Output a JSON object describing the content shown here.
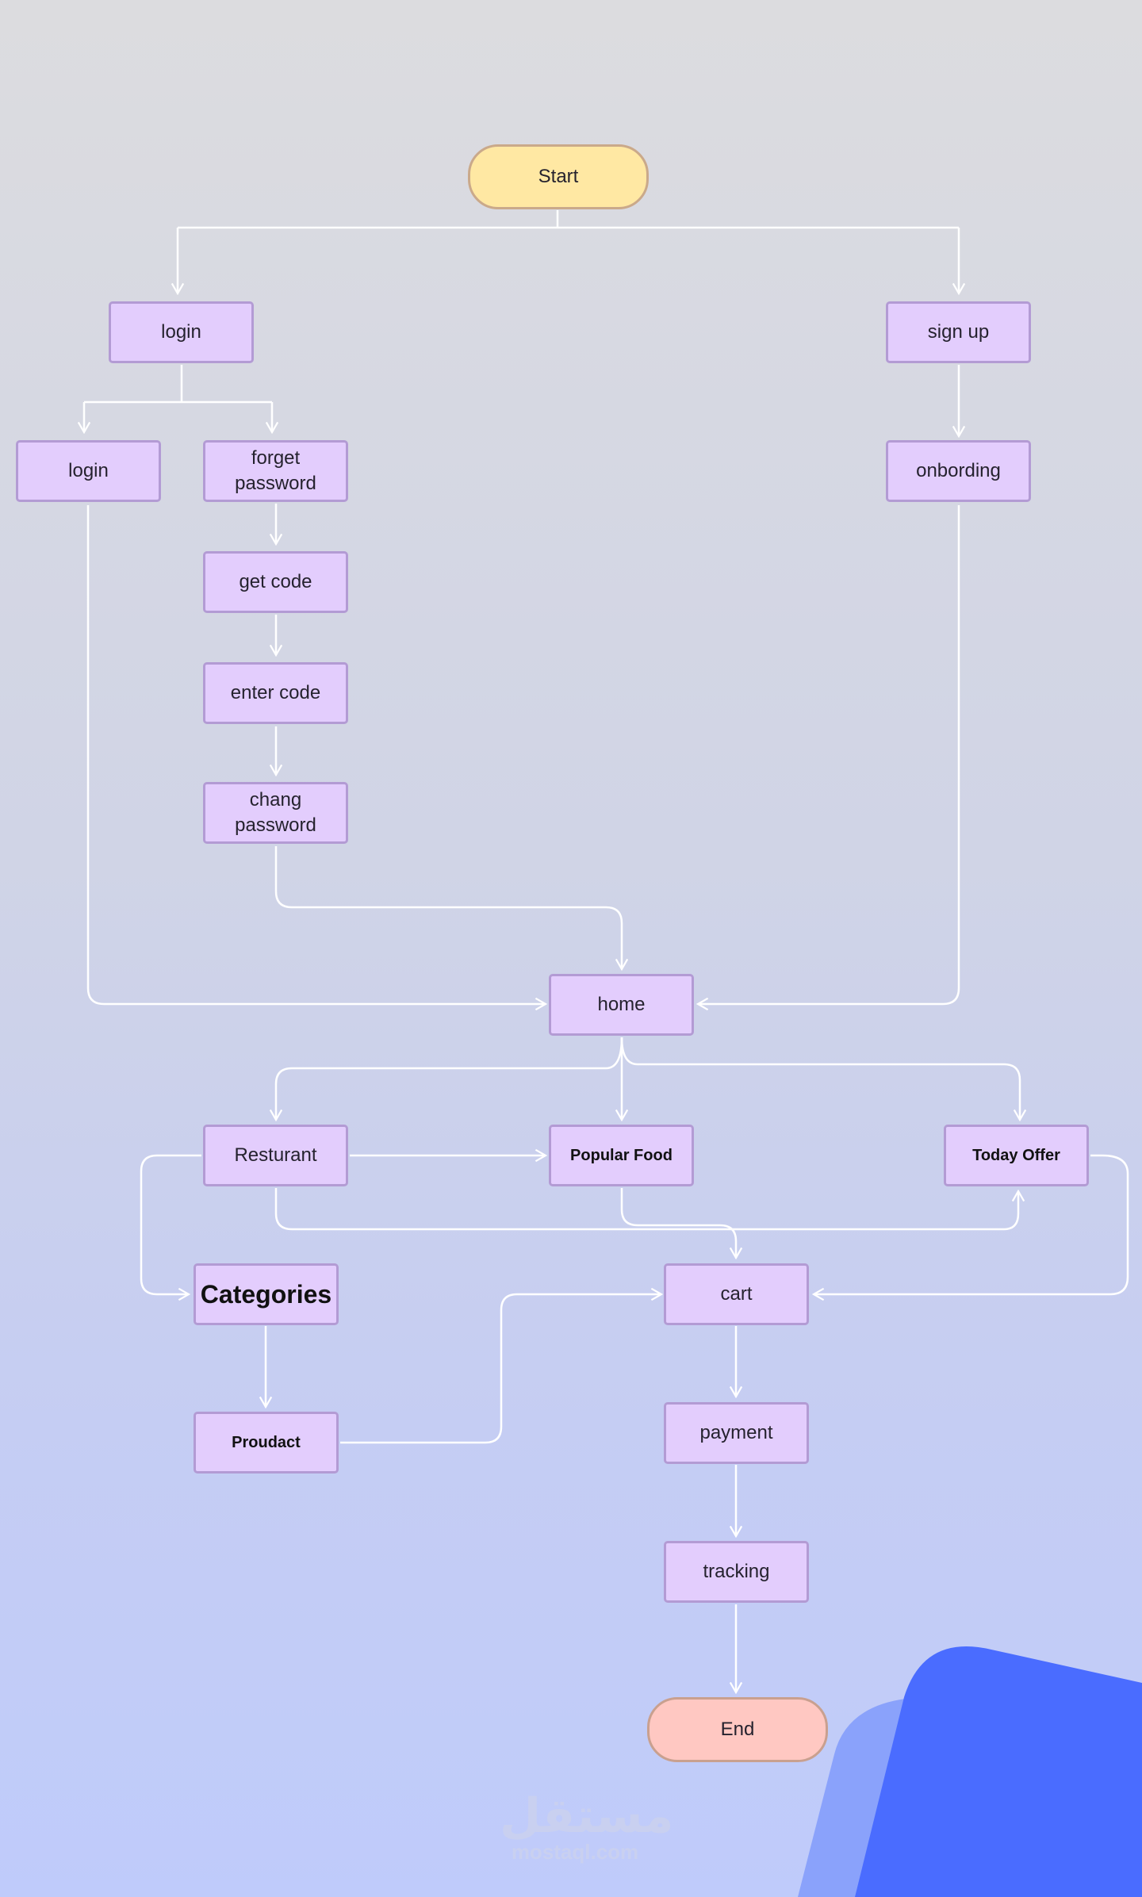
{
  "start": "Start",
  "end": "End",
  "nodes": {
    "login_main": "login",
    "sign_up": "sign up",
    "login": "login",
    "forget_password": "forget password",
    "onbording": "onbording",
    "get_code": "get code",
    "enter_code": "enter code",
    "chang_password": "chang password",
    "home": "home",
    "resturant": "Resturant",
    "popular_food": "Popular Food",
    "today_offer": "Today Offer",
    "categories": "Categories",
    "cart": "cart",
    "proudact": "Proudact",
    "payment": "payment",
    "tracking": "tracking"
  },
  "watermark": {
    "arabic": "مستقل",
    "latin": "mostaql.com"
  },
  "colors": {
    "node_fill": "#e3cdfd",
    "node_border": "#b39bd4",
    "start_fill": "#ffe8a3",
    "end_fill": "#ffc8c2",
    "edge": "#ffffff",
    "accent_blue": "#4a6cff"
  }
}
